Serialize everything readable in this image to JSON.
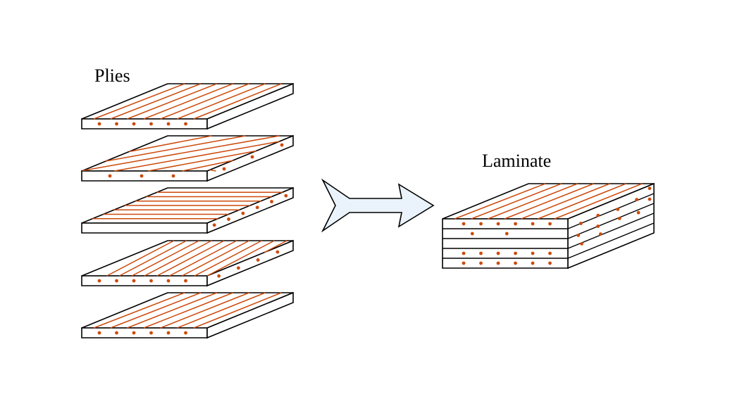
{
  "labels": {
    "plies": "Plies",
    "laminate": "Laminate"
  },
  "colors": {
    "fiber": "#cc4a0c",
    "outline": "#000000",
    "arrow_fill": "#eaf3fb",
    "background": "#ffffff"
  },
  "plies": [
    {
      "name": "ply-1",
      "fiber_orientation": "diagonal"
    },
    {
      "name": "ply-2",
      "fiber_orientation": "shallow-diagonal"
    },
    {
      "name": "ply-3",
      "fiber_orientation": "horizontal"
    },
    {
      "name": "ply-4",
      "fiber_orientation": "cross-diagonal"
    },
    {
      "name": "ply-5",
      "fiber_orientation": "diagonal"
    }
  ],
  "laminate": {
    "layer_count": 5,
    "fiber_orientation": "diagonal"
  },
  "arrow": {
    "icon": "right-arrow-icon",
    "direction": "right"
  }
}
